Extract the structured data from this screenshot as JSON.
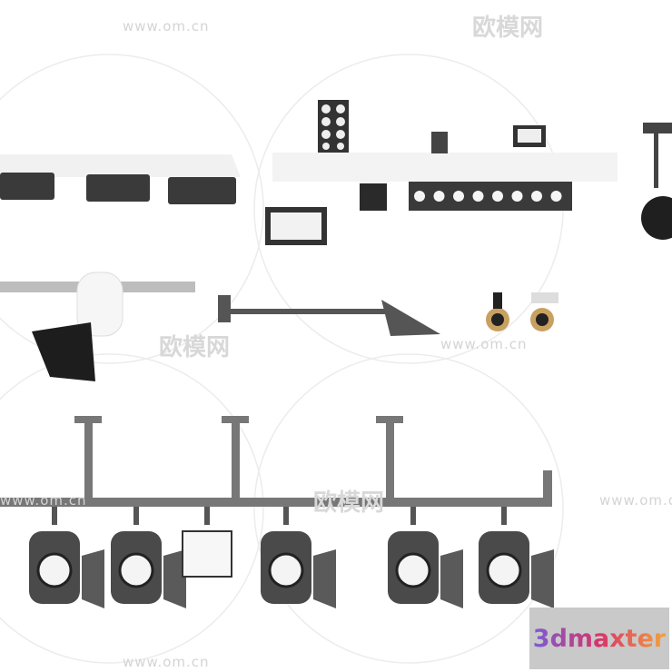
{
  "watermark": {
    "url": "www.om.cn",
    "brand": "欧模网"
  },
  "logo": {
    "text": "3dmaxter",
    "colors": [
      "#7b5cd6",
      "#d8336a",
      "#f4a23a"
    ]
  },
  "colors": {
    "metal": "#5e5e5e",
    "dark": "#2b2b2b",
    "lens": "#f4f4f4",
    "shelf": "#f2f2f2"
  }
}
